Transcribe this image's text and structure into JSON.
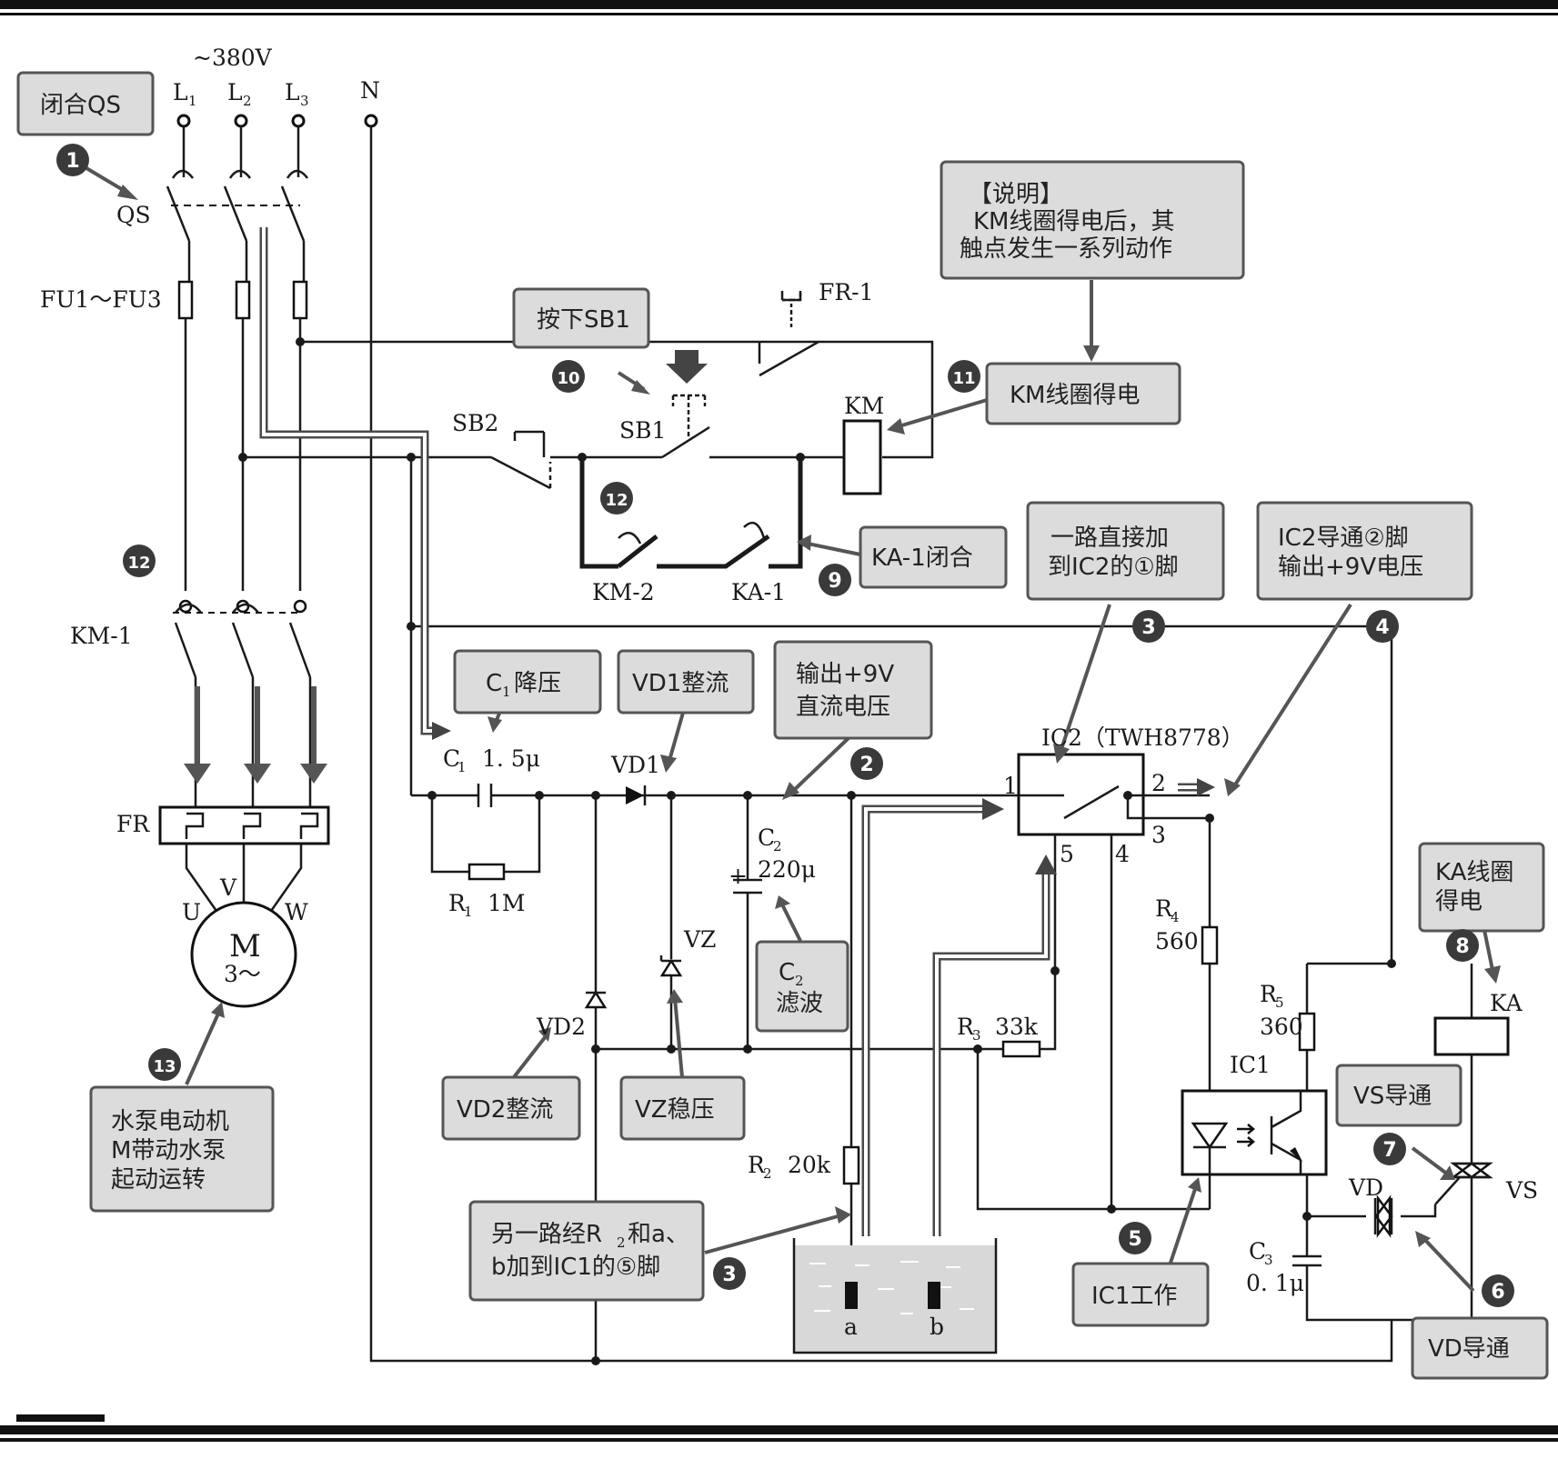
{
  "supply": {
    "voltage": "~380V",
    "l1": "L",
    "l1_sub": "1",
    "l2": "L",
    "l2_sub": "2",
    "l3": "L",
    "l3_sub": "3",
    "n": "N"
  },
  "labels": {
    "qs": "QS",
    "fu": "FU1～FU3",
    "km1": "KM-1",
    "fr": "FR",
    "u": "U",
    "v": "V",
    "w": "W",
    "motor_m": "M",
    "motor_phase": "3～",
    "fr1": "FR-1",
    "sb1": "SB1",
    "sb2": "SB2",
    "km": "KM",
    "km2": "KM-2",
    "ka1": "KA-1",
    "c1": "C",
    "c1_sub": "1",
    "c1_val": "1. 5μ",
    "r1": "R",
    "r1_sub": "1",
    "r1_val": "1M",
    "vd1": "VD1",
    "vd2": "VD2",
    "vz": "VZ",
    "c2": "C",
    "c2_sub": "2",
    "c2_val": "220μ",
    "plus": "+",
    "r2": "R",
    "r2_sub": "2",
    "r2_val": "20k",
    "r3": "R",
    "r3_sub": "3",
    "r3_val": "33k",
    "r4": "R",
    "r4_sub": "4",
    "r4_val": "560",
    "r5": "R",
    "r5_sub": "5",
    "r5_val": "360",
    "c3": "C",
    "c3_sub": "3",
    "c3_val": "0. 1μ",
    "ic2": "IC2（TWH8778）",
    "ic1": "IC1",
    "pin1": "1",
    "pin2": "2",
    "pin3": "3",
    "pin4": "4",
    "pin5": "5",
    "ka": "KA",
    "vd": "VD",
    "vs": "VS",
    "a": "a",
    "b": "b"
  },
  "callouts": {
    "close_qs": "闭合QS",
    "press_sb1": "按下SB1",
    "note_title": "【说明】",
    "note_l1": "KM线圈得电后，其",
    "note_l2": "触点发生一系列动作",
    "km_coil": "KM线圈得电",
    "ka1_close": "KA-1闭合",
    "direct_l1": "一路直接加",
    "direct_l2": "到IC2的①脚",
    "ic2_l1": "IC2导通②脚",
    "ic2_l2": "输出+9V电压",
    "c1_drop_a": "C",
    "c1_drop_sub": "1",
    "c1_drop_b": "降压",
    "vd1_rect": "VD1整流",
    "out9v_l1": "输出+9V",
    "out9v_l2": "直流电压",
    "c2f_a": "C",
    "c2f_sub": "2",
    "c2f_b": "滤波",
    "vd2_rect": "VD2整流",
    "vz_reg": "VZ稳压",
    "other_l1": "另一路经R",
    "other_sub": "2",
    "other_l1b": "和a、",
    "other_l2": "b加到IC1的⑤脚",
    "ic1_work": "IC1工作",
    "ka_l1": "KA线圈",
    "ka_l2": "得电",
    "vs_on": "VS导通",
    "vd_on": "VD导通",
    "motor_l1": "水泵电动机",
    "motor_l2": "M带动水泵",
    "motor_l3": "起动运转"
  },
  "steps": {
    "s1": "1",
    "s2": "2",
    "s3": "3",
    "s3b": "3",
    "s4": "4",
    "s5": "5",
    "s6": "6",
    "s7": "7",
    "s8": "8",
    "s9": "9",
    "s10": "10",
    "s11": "11",
    "s12": "12",
    "s12b": "12",
    "s13": "13"
  }
}
